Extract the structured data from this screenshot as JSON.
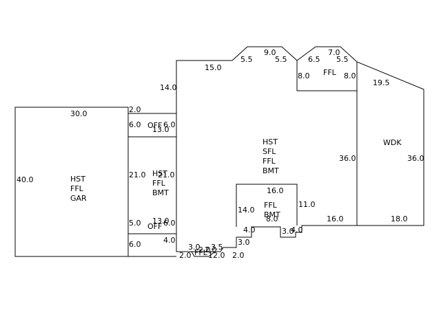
{
  "colors": {
    "line": "#000000",
    "background": "#ffffff"
  },
  "areas": {
    "garage": [
      "HST",
      "FFL",
      "GAR"
    ],
    "bsmt_link": [
      "HST",
      "FFL",
      "BMT"
    ],
    "main": [
      "HST",
      "SFL",
      "FFL",
      "BMT"
    ],
    "wood_deck": "WDK",
    "upper_bay": "FFL",
    "inner_box": [
      "FFL",
      "BMT"
    ],
    "offset_top": "OFF",
    "offset_bottom": "OFF",
    "bottom_ext": "FFL"
  },
  "dims": {
    "garage_top": "30.0",
    "garage_left": "40.0",
    "link_top_gap": "2.0",
    "link_upper": "6.0",
    "off_top_len": "6.0",
    "off_top_width": "13.0",
    "link_mid": "21.0",
    "link_mid_right": "21.0",
    "link_lower": "5.0",
    "off_bot_width": "13.0",
    "off_bot_len": "6.0",
    "link_bottom": "6.0",
    "main_left_upper": "14.0",
    "main_top": "15.0",
    "bump_left_side": "5.5",
    "bump_top": "9.0",
    "bump_right_side": "5.5",
    "bay_left_side": "6.5",
    "bay_top": "7.0",
    "bay_right_side": "5.5",
    "bay_left": "8.0",
    "bay_right": "8.0",
    "deck_angle": "19.5",
    "main_right": "36.0",
    "deck_right": "36.0",
    "inner_top": "16.0",
    "inner_left": "14.0",
    "inner_right": "11.0",
    "inner_bottom": "8.0",
    "inner_notch_left": "4.0",
    "inner_notch_right": "4.0",
    "inner_step_right": "3.0",
    "inner_step_left": "3.0",
    "main_bottom_right": "16.0",
    "deck_bottom": "18.0",
    "main_left_lower": "4.0",
    "ext_left": "3.0",
    "ext_right": "3.5",
    "ext_a": "2.0",
    "ext_b": "2.0",
    "ext_c": "12.0",
    "ext_d": "2.0",
    "ext_e": "2.0"
  }
}
